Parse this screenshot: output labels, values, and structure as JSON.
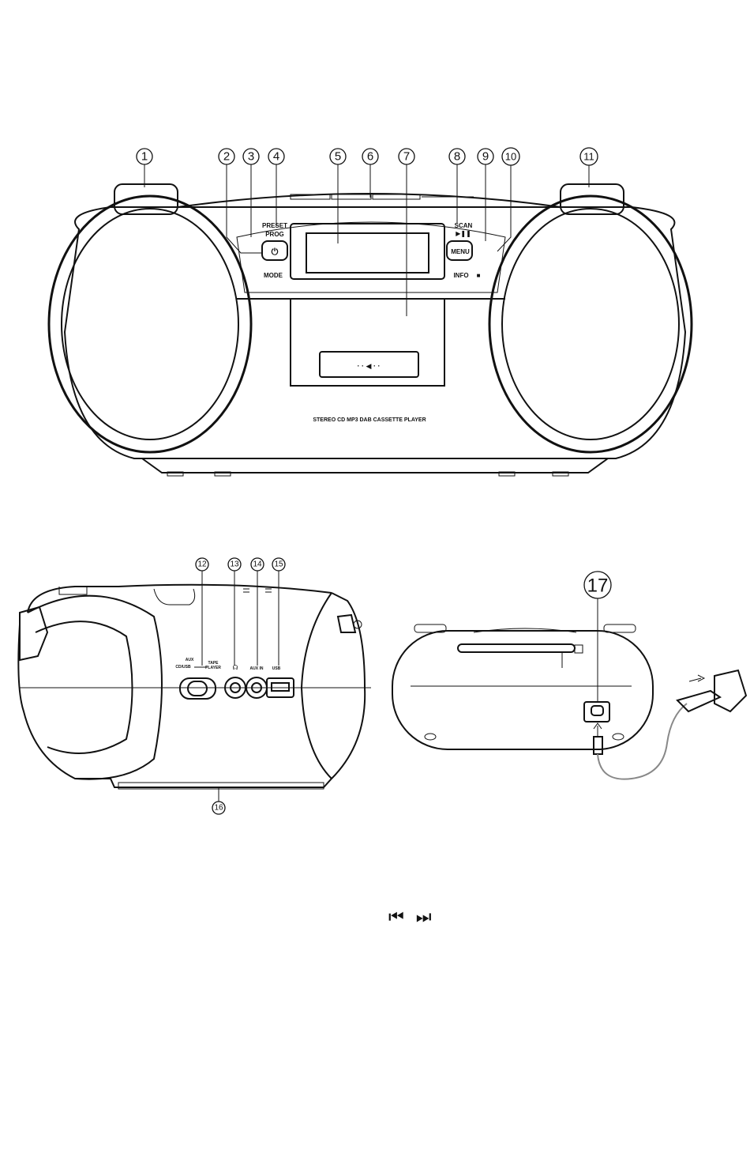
{
  "front_view": {
    "callouts": [
      "1",
      "2",
      "3",
      "4",
      "5",
      "6",
      "7",
      "8",
      "9",
      "10",
      "11"
    ],
    "labels": {
      "preset": "PRESET",
      "prog": "PROG",
      "mode": "MODE",
      "scan": "SCAN",
      "play_pause": "▶❚❚",
      "menu": "MENU",
      "info": "INFO",
      "stop": "■",
      "power": "⏻",
      "model": "STEREO CD MP3 DAB CASSETTE PLAYER"
    }
  },
  "side_view": {
    "callouts": [
      "12",
      "13",
      "14",
      "15",
      "16"
    ],
    "labels": {
      "aux": "AUX",
      "cd_usb": "CD/USB",
      "tape": "TAPE",
      "player": "PLAYER",
      "headphone": "☊",
      "aux_in": "AUX IN",
      "usb": "USB"
    }
  },
  "rear_view": {
    "callouts": [
      "17"
    ]
  },
  "skip_symbols": "⏮ ⏭",
  "colors": {
    "line": "#111111",
    "cord": "#888888"
  }
}
